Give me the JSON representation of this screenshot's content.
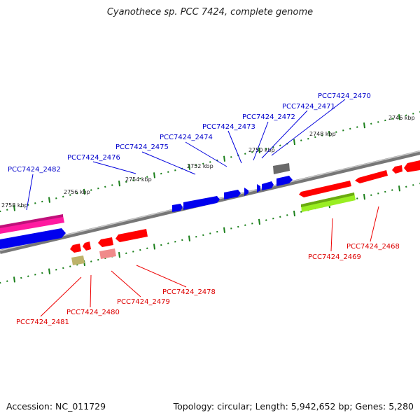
{
  "title": "Cyanothece sp. PCC 7424, complete genome",
  "footer": {
    "accession": "Accession: NC_011729",
    "summary": "Topology: circular; Length: 5,942,652 bp; Genes: 5,280"
  },
  "colors": {
    "backbone": "#888888",
    "tick": "#1a7f1a",
    "forward_label": "#0000cc",
    "reverse_label": "#dd0000"
  },
  "ruler": {
    "unit": "kbp",
    "labels": [
      "2746 kbp",
      "2748 kbp",
      "2750 kbp",
      "2752 kbp",
      "2754 kbp",
      "2756 kbp",
      "2758 kbp"
    ]
  },
  "forward_genes": [
    {
      "id": "PCC7424_2470"
    },
    {
      "id": "PCC7424_2471"
    },
    {
      "id": "PCC7424_2472"
    },
    {
      "id": "PCC7424_2473"
    },
    {
      "id": "PCC7424_2474"
    },
    {
      "id": "PCC7424_2475"
    },
    {
      "id": "PCC7424_2476"
    },
    {
      "id": "PCC7424_2482"
    }
  ],
  "reverse_genes": [
    {
      "id": "PCC7424_2468"
    },
    {
      "id": "PCC7424_2469"
    },
    {
      "id": "PCC7424_2478"
    },
    {
      "id": "PCC7424_2479"
    },
    {
      "id": "PCC7424_2480"
    },
    {
      "id": "PCC7424_2481"
    }
  ]
}
